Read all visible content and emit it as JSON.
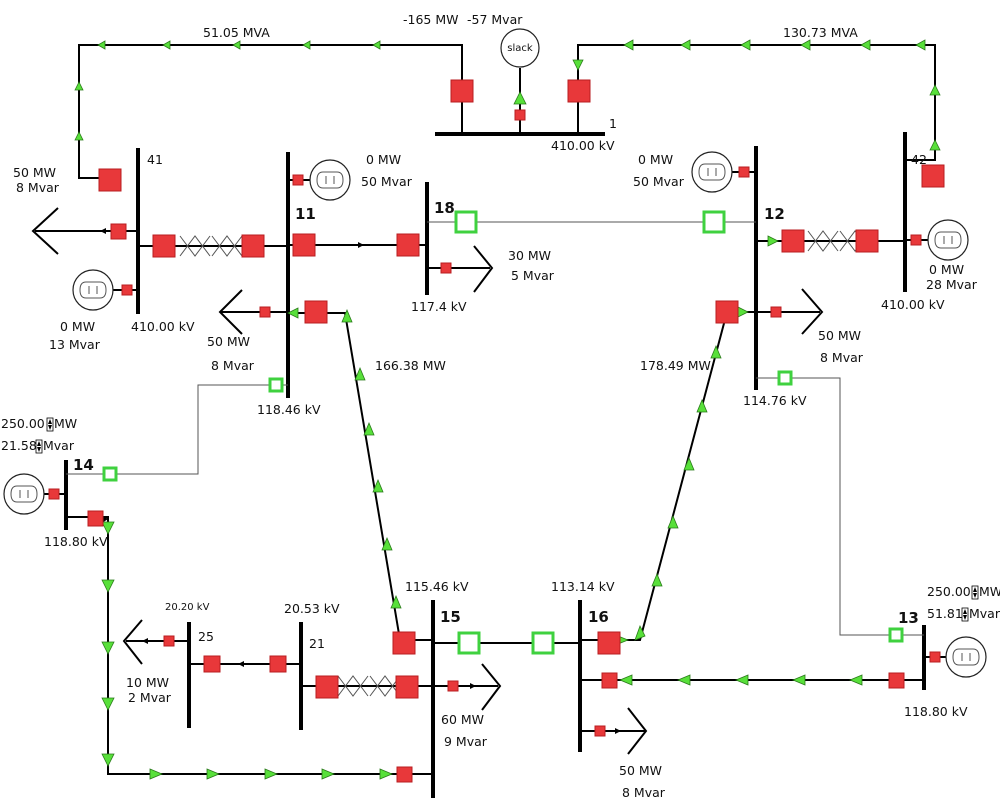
{
  "colors": {
    "breaker_closed": "#e8383a",
    "breaker_open": "#3fd13f",
    "flow_arrow": "#58e03a",
    "bus": "#000000"
  },
  "buses": {
    "b1": {
      "number": "1",
      "voltage": "410.00 kV"
    },
    "b41": {
      "number": "41",
      "voltage": "410.00 kV"
    },
    "b42": {
      "number": "42",
      "voltage": "410.00 kV"
    },
    "b11": {
      "number": "11",
      "voltage": "118.46 kV"
    },
    "b18": {
      "number": "18",
      "voltage": "117.4 kV"
    },
    "b12": {
      "number": "12",
      "voltage": "114.76 kV"
    },
    "b14": {
      "number": "14",
      "voltage": "118.80 kV"
    },
    "b13": {
      "number": "13",
      "voltage": "118.80 kV"
    },
    "b15": {
      "number": "15",
      "voltage": "115.46 kV"
    },
    "b16": {
      "number": "16",
      "voltage": "113.14 kV"
    },
    "b21": {
      "number": "21",
      "voltage": "20.53 kV"
    },
    "b25": {
      "number": "25",
      "voltage": "20.20 kV"
    }
  },
  "slack": {
    "icon_label": "slack",
    "mw": "-165 MW",
    "mvar": "-57 Mvar"
  },
  "generators": {
    "g41": {
      "mw": "0 MW",
      "mvar": "13 Mvar"
    },
    "g11": {
      "mw": "0 MW",
      "mvar": "50 Mvar"
    },
    "g12": {
      "mw": "0 MW",
      "mvar": "50 Mvar"
    },
    "g42": {
      "mw": "0 MW",
      "mvar": "28 Mvar"
    },
    "g14": {
      "mw": "250.00",
      "mw_unit": "MW",
      "mvar": "21.58",
      "mvar_unit": "Mvar"
    },
    "g13": {
      "mw": "250.00",
      "mw_unit": "MW",
      "mvar": "51.81",
      "mvar_unit": "Mvar"
    }
  },
  "loads": {
    "l41": {
      "mw": "50 MW",
      "mvar": "8 Mvar"
    },
    "l11": {
      "mw": "50 MW",
      "mvar": "8 Mvar"
    },
    "l18": {
      "mw": "30 MW",
      "mvar": "5 Mvar"
    },
    "l12": {
      "mw": "50 MW",
      "mvar": "8 Mvar"
    },
    "l25": {
      "mw": "10 MW",
      "mvar": "2 Mvar"
    },
    "l15": {
      "mw": "60 MW",
      "mvar": "9 Mvar"
    },
    "l16": {
      "mw": "50 MW",
      "mvar": "8 Mvar"
    }
  },
  "flows": {
    "line_1_41": "51.05 MVA",
    "line_1_42": "130.73 MVA",
    "line_11_15": "166.38 MW",
    "line_12_16": "178.49 MW"
  }
}
